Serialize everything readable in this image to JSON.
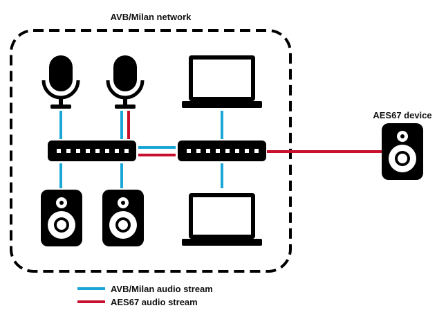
{
  "network": {
    "title": "AVB/Milan network"
  },
  "external": {
    "title": "AES67 device"
  },
  "legend": [
    {
      "label": "AVB/Milan audio stream",
      "color": "#1aa6d6"
    },
    {
      "label": "AES67 audio stream",
      "color": "#c8102e"
    }
  ],
  "icons": {
    "microphone": "microphone-icon",
    "speaker": "speaker-icon",
    "laptop": "laptop-icon",
    "switch": "network-switch-icon"
  }
}
